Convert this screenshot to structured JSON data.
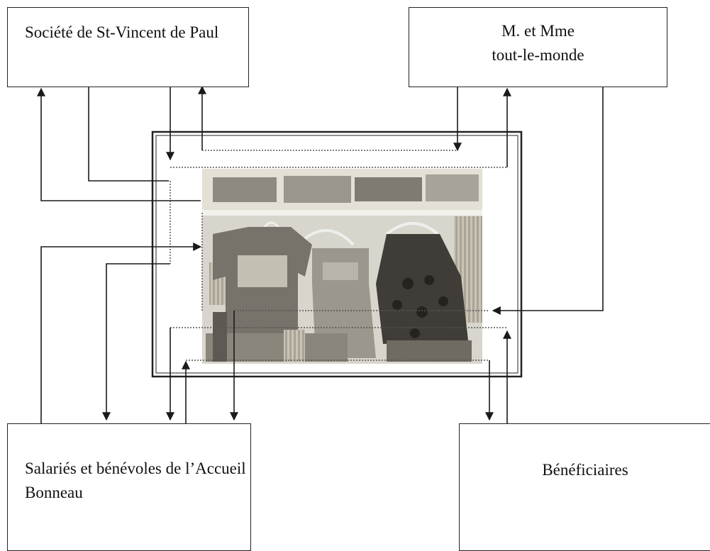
{
  "nodes": {
    "svp": {
      "label": "Société de St-Vincent de Paul"
    },
    "public": {
      "label_line1": "M. et Mme",
      "label_line2": "tout-le-monde"
    },
    "staff": {
      "label": "Salariés et bénévoles de l’Accueil Bonneau"
    },
    "beneficiaries": {
      "label": "Bénéficiaires"
    }
  },
  "center": {
    "picture": "clothing-store-photo",
    "picture_content": "children's clothes on hangers in a second-hand clothing store"
  },
  "colors": {
    "line": "#1a1a1a",
    "dotted": "#555555"
  }
}
